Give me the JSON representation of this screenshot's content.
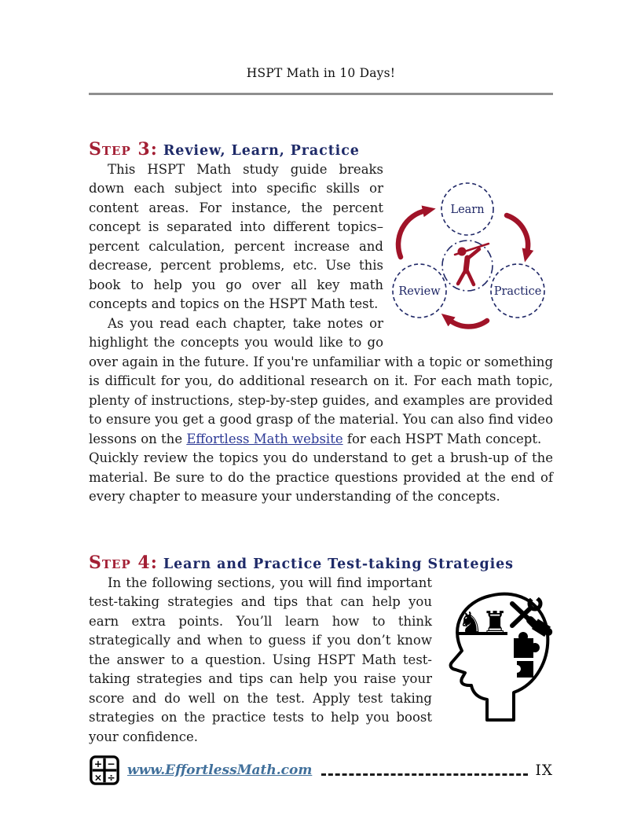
{
  "header": {
    "title": "HSPT Math in 10 Days!"
  },
  "step3": {
    "label": "Step 3:",
    "title": "Review, Learn, Practice",
    "para1": "This HSPT Math study guide breaks down each subject into specific skills or content areas. For instance, the percent concept is separated into different topics–percent calculation, percent increase and decrease, percent problems, etc. Use this book to help you go over all key math concepts and topics on the HSPT Math test.",
    "para2_before": "As you read each chapter, take notes or highlight the concepts you would like to go over again in the future. If you're unfamiliar with a topic or something is difficult for you, do additional research on it. For each math topic, plenty of instructions, step-by-step guides, and examples are provided to ensure you get a good grasp of the material. You can also find video lessons on the ",
    "link_text": "Effortless Math website",
    "para2_after": " for each HSPT Math concept.",
    "para3": "Quickly review the topics you do understand to get a brush-up of the material. Be sure to do the practice questions provided at the end of every chapter to measure your understanding of the concepts."
  },
  "diagram": {
    "top_label": "Learn",
    "left_label": "Review",
    "right_label": "Practice",
    "arrow_color": "#a01328",
    "circle_color": "#1f2766"
  },
  "step4": {
    "label": "Step 4:",
    "title": "Learn and Practice Test-taking Strategies",
    "para1": "In the following sections, you will find important test-taking strategies and tips that can help you earn extra points. You’ll learn how to think strategically and when to guess if you don’t know the answer to a question. Using HSPT Math test-taking strategies and tips can help you raise your score and do well on the test. Apply test taking strategies on the practice tests to help you boost your confidence."
  },
  "footer": {
    "site_link": "www.EffortlessMath.com",
    "page_number": "IX",
    "logo_symbols": [
      "+",
      "−",
      "×",
      "÷"
    ]
  }
}
